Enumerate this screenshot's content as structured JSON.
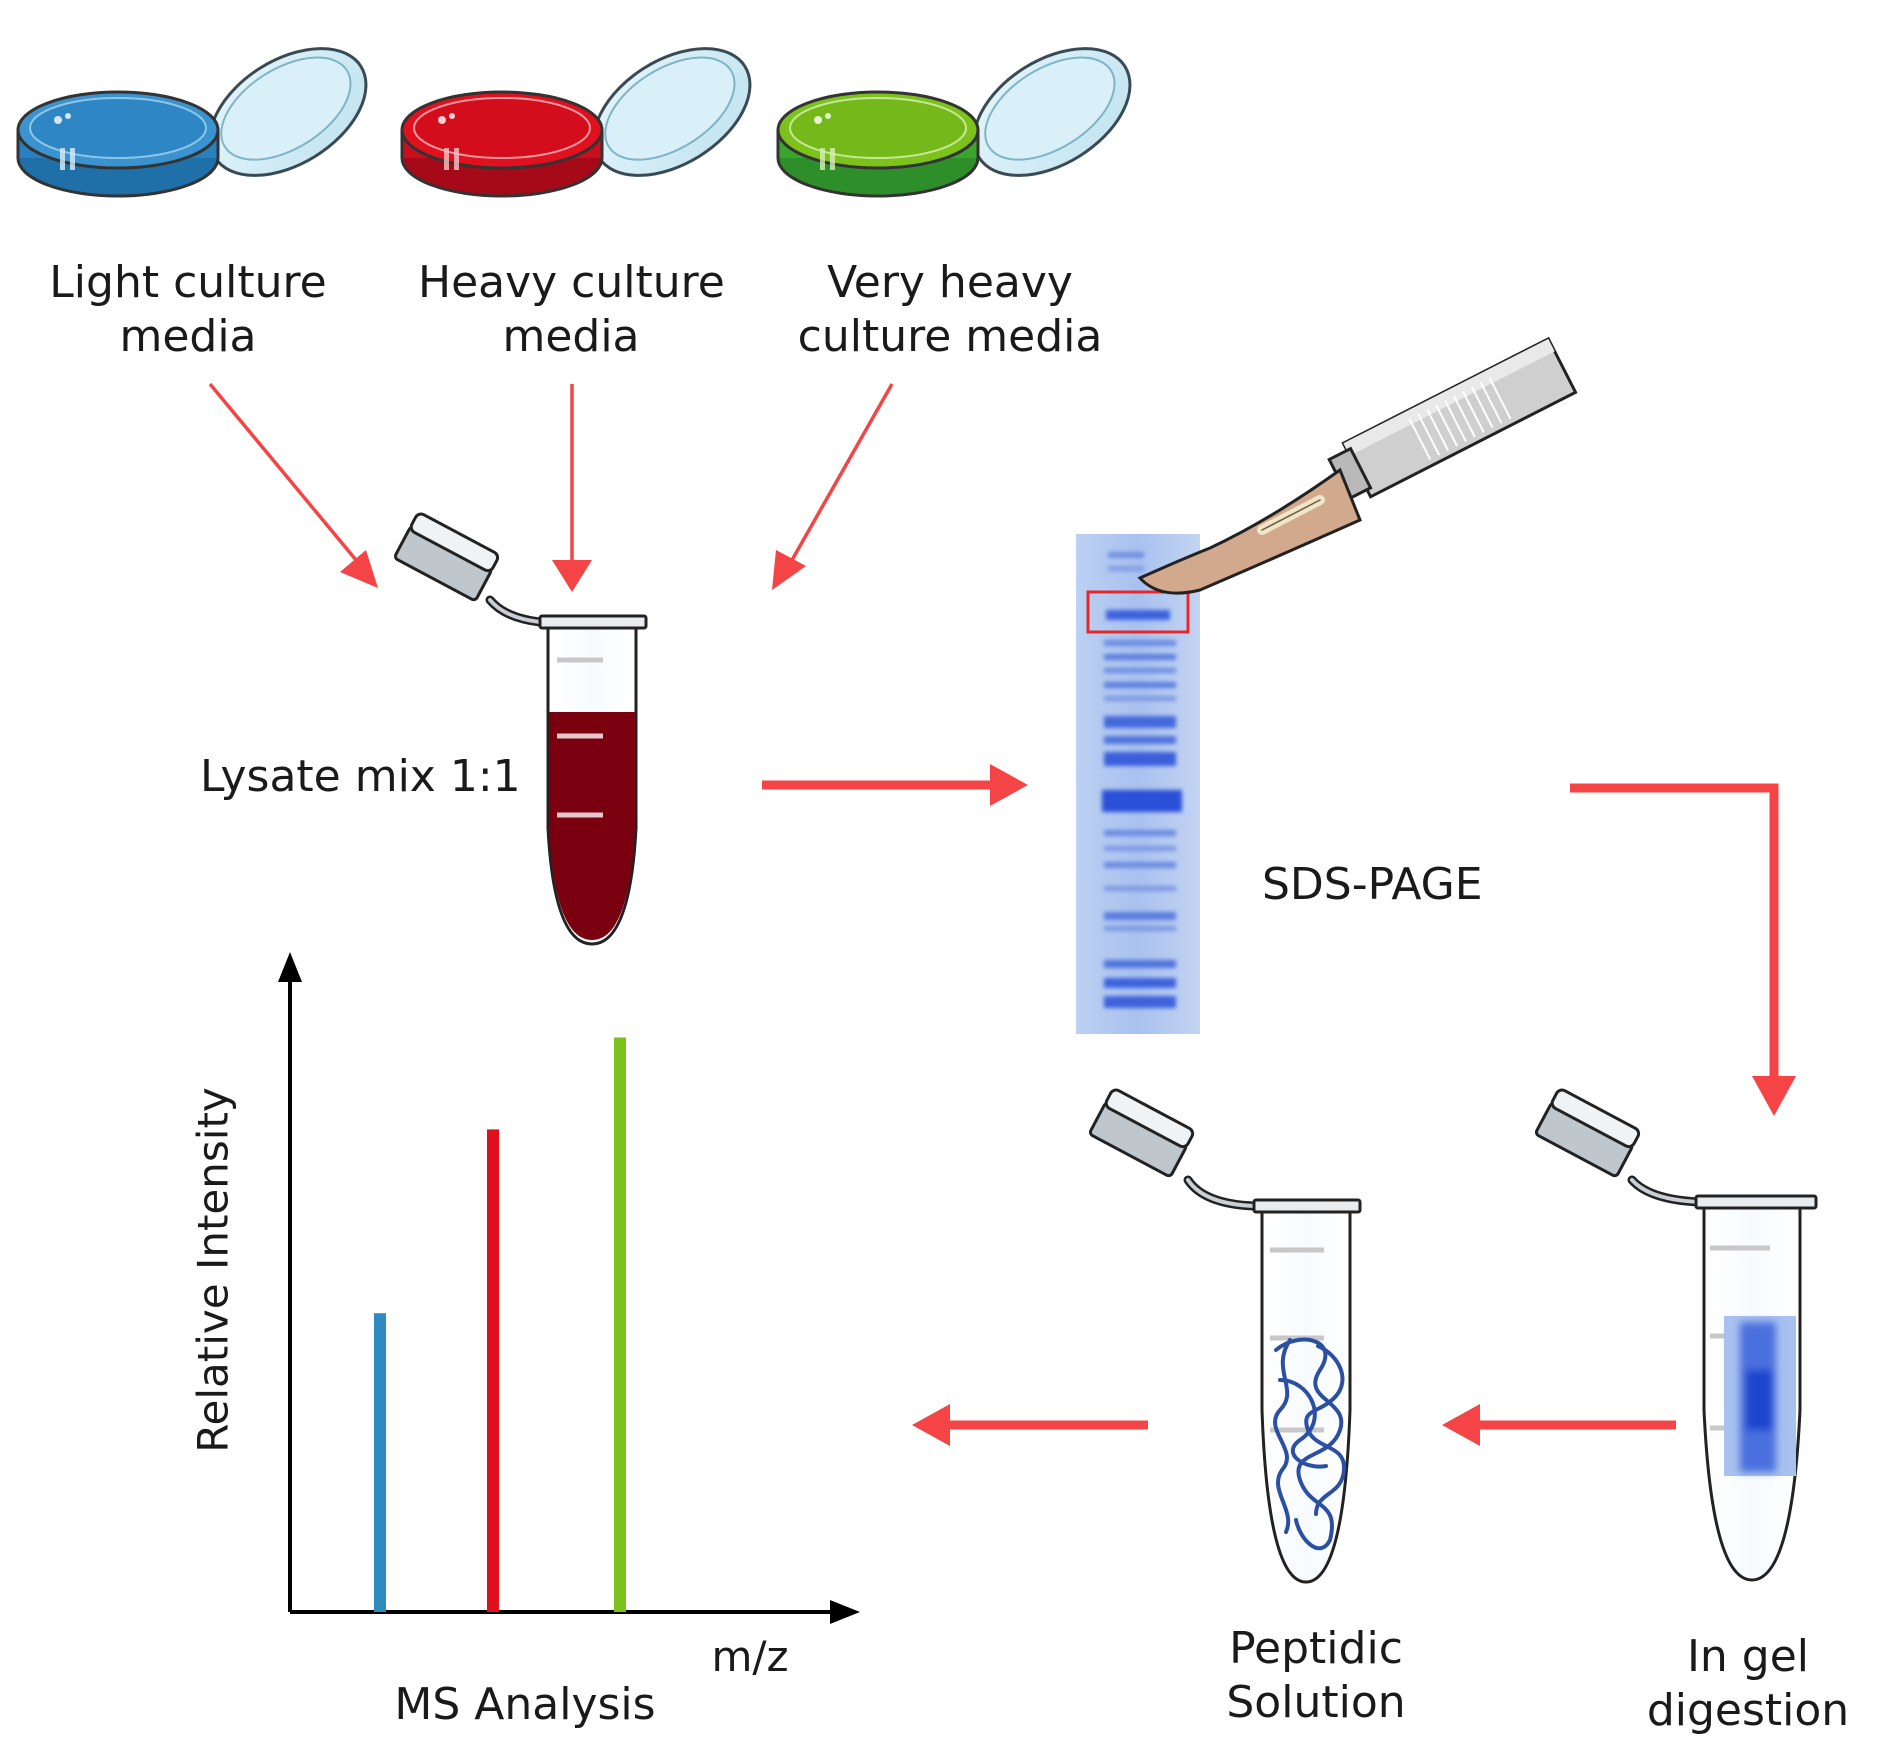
{
  "labels": {
    "light_media": [
      "Light culture",
      "media"
    ],
    "heavy_media": [
      "Heavy culture",
      "media"
    ],
    "very_heavy_media": [
      "Very heavy",
      "culture media"
    ],
    "lysate": "Lysate mix 1:1",
    "sds_page": "SDS-PAGE",
    "peptidic_solution": [
      "Peptidic",
      "Solution"
    ],
    "in_gel_digestion": [
      "In gel",
      "digestion"
    ],
    "ms_analysis": "MS Analysis"
  },
  "colors": {
    "arrow": "#f44446",
    "light": "#2e8bc0",
    "heavy": "#e0101f",
    "very_heavy": "#7cc21b",
    "lysate": "#7a0010",
    "gel_band": "#2a4fd8",
    "axis": "#000000"
  },
  "chart_data": {
    "type": "bar",
    "xlabel": "m/z",
    "ylabel": "Relative Intensity",
    "series": [
      {
        "values": [
          0.52
        ]
      },
      {
        "values": [
          0.84
        ]
      },
      {
        "values": [
          1.0
        ]
      }
    ],
    "ylim": [
      0,
      1.1
    ],
    "grid": false
  }
}
